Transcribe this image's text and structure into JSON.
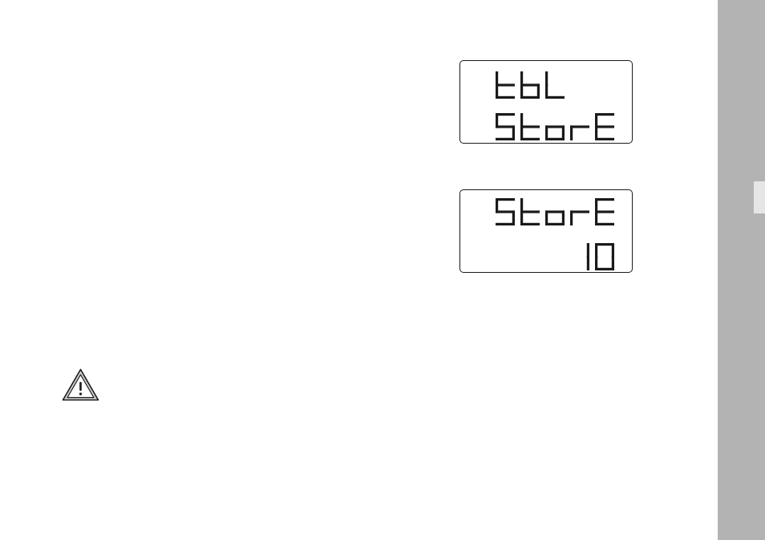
{
  "colors": {
    "side_strip": "#b3b3b3",
    "side_tab": "#e6e6e6",
    "segment_ink": "#1a1a1a",
    "warning_fill": "#cfcfcf",
    "warning_ink": "#1a1a1a"
  },
  "displays": [
    {
      "name": "tbl-store-display",
      "line1": "tbL",
      "line2": "StorE"
    },
    {
      "name": "store-10-display",
      "line1": "StorE",
      "line2": "10"
    }
  ],
  "warning": {
    "icon": "warning-triangle-icon"
  }
}
